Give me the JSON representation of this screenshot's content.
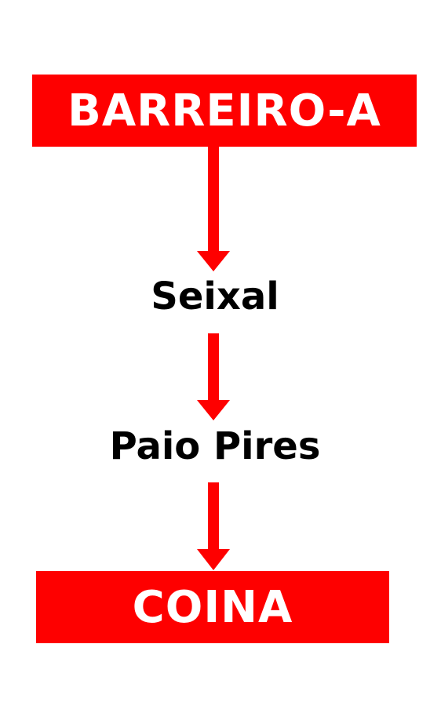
{
  "route": {
    "start": "BARREIRO-A",
    "stops": [
      "Seixal",
      "Paio Pires"
    ],
    "end": "COINA"
  },
  "colors": {
    "accent": "#fe0000",
    "box_text": "#ffffff",
    "stop_text": "#000000"
  }
}
